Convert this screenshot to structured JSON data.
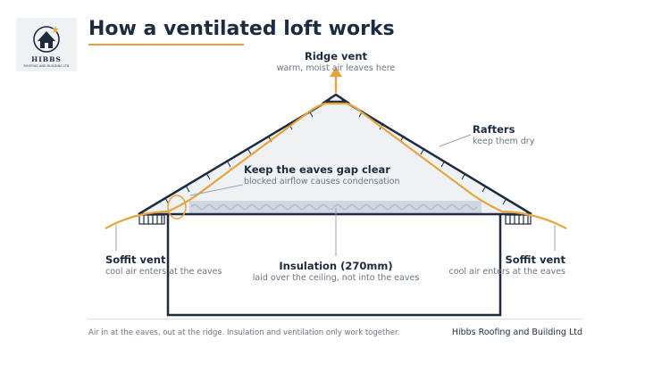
{
  "brand": {
    "logo_name": "HIBBS",
    "logo_sub": "ROOFING AND BUILDING LTD",
    "company": "Hibbs Roofing and Building Ltd"
  },
  "title": "How a ventilated loft works",
  "labels": {
    "ridge_vent": {
      "heading": "Ridge vent",
      "sub": "warm, moist air leaves here"
    },
    "rafters": {
      "heading": "Rafters",
      "sub": "keep them dry"
    },
    "eaves_gap": {
      "heading": "Keep the eaves gap clear",
      "sub": "blocked airflow causes condensation"
    },
    "soffit_left": {
      "heading": "Soffit vent",
      "sub": "cool air enters at the eaves"
    },
    "insulation": {
      "heading": "Insulation (270mm)",
      "sub": "laid over the ceiling, not into the eaves"
    },
    "soffit_right": {
      "heading": "Soffit vent",
      "sub": "cool air enters at the eaves"
    }
  },
  "footer_note": "Air in at the eaves, out at the ridge. Insulation and ventilation only work together.",
  "colors": {
    "navy": "#1d2b3e",
    "accent": "#e8a33d",
    "muted": "#6b7684",
    "loft_fill": "#eef2f5",
    "insulation": "#cfd8e0"
  }
}
